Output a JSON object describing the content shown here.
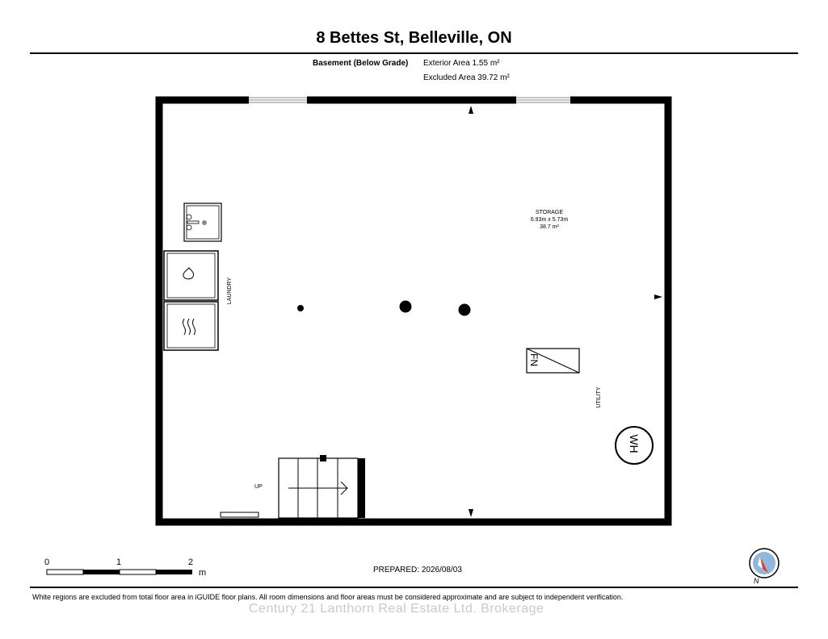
{
  "header": {
    "title": "8 Bettes St, Belleville, ON",
    "level_label": "Basement (Below Grade)",
    "exterior_area": "Exterior Area 1.55 m²",
    "excluded_area": "Excluded Area 39.72 m²"
  },
  "rooms": {
    "storage": {
      "name": "STORAGE",
      "dims": "6.93m x 5.73m",
      "area": "38.7 m²"
    },
    "laundry": {
      "name": "LAUNDRY"
    },
    "utility": {
      "name": "UTILITY"
    }
  },
  "fixtures": {
    "water_heater": "WH",
    "furnace": "FN",
    "stairs": "UP"
  },
  "scale_bar": {
    "ticks": [
      "0",
      "1",
      "2"
    ],
    "unit": "m"
  },
  "prepared": "PREPARED: 2026/08/03",
  "compass": {
    "label": "N"
  },
  "footer": {
    "disclaimer": "White regions are excluded from total floor area in iGUIDE floor plans. All room dimensions and floor areas must be considered approximate and are subject to independent verification.",
    "watermark": "Century 21 Lanthorn Real Estate Ltd. Brokerage"
  },
  "colors": {
    "compass_red": "#e8382f",
    "compass_blue": "#8fb8dc"
  }
}
